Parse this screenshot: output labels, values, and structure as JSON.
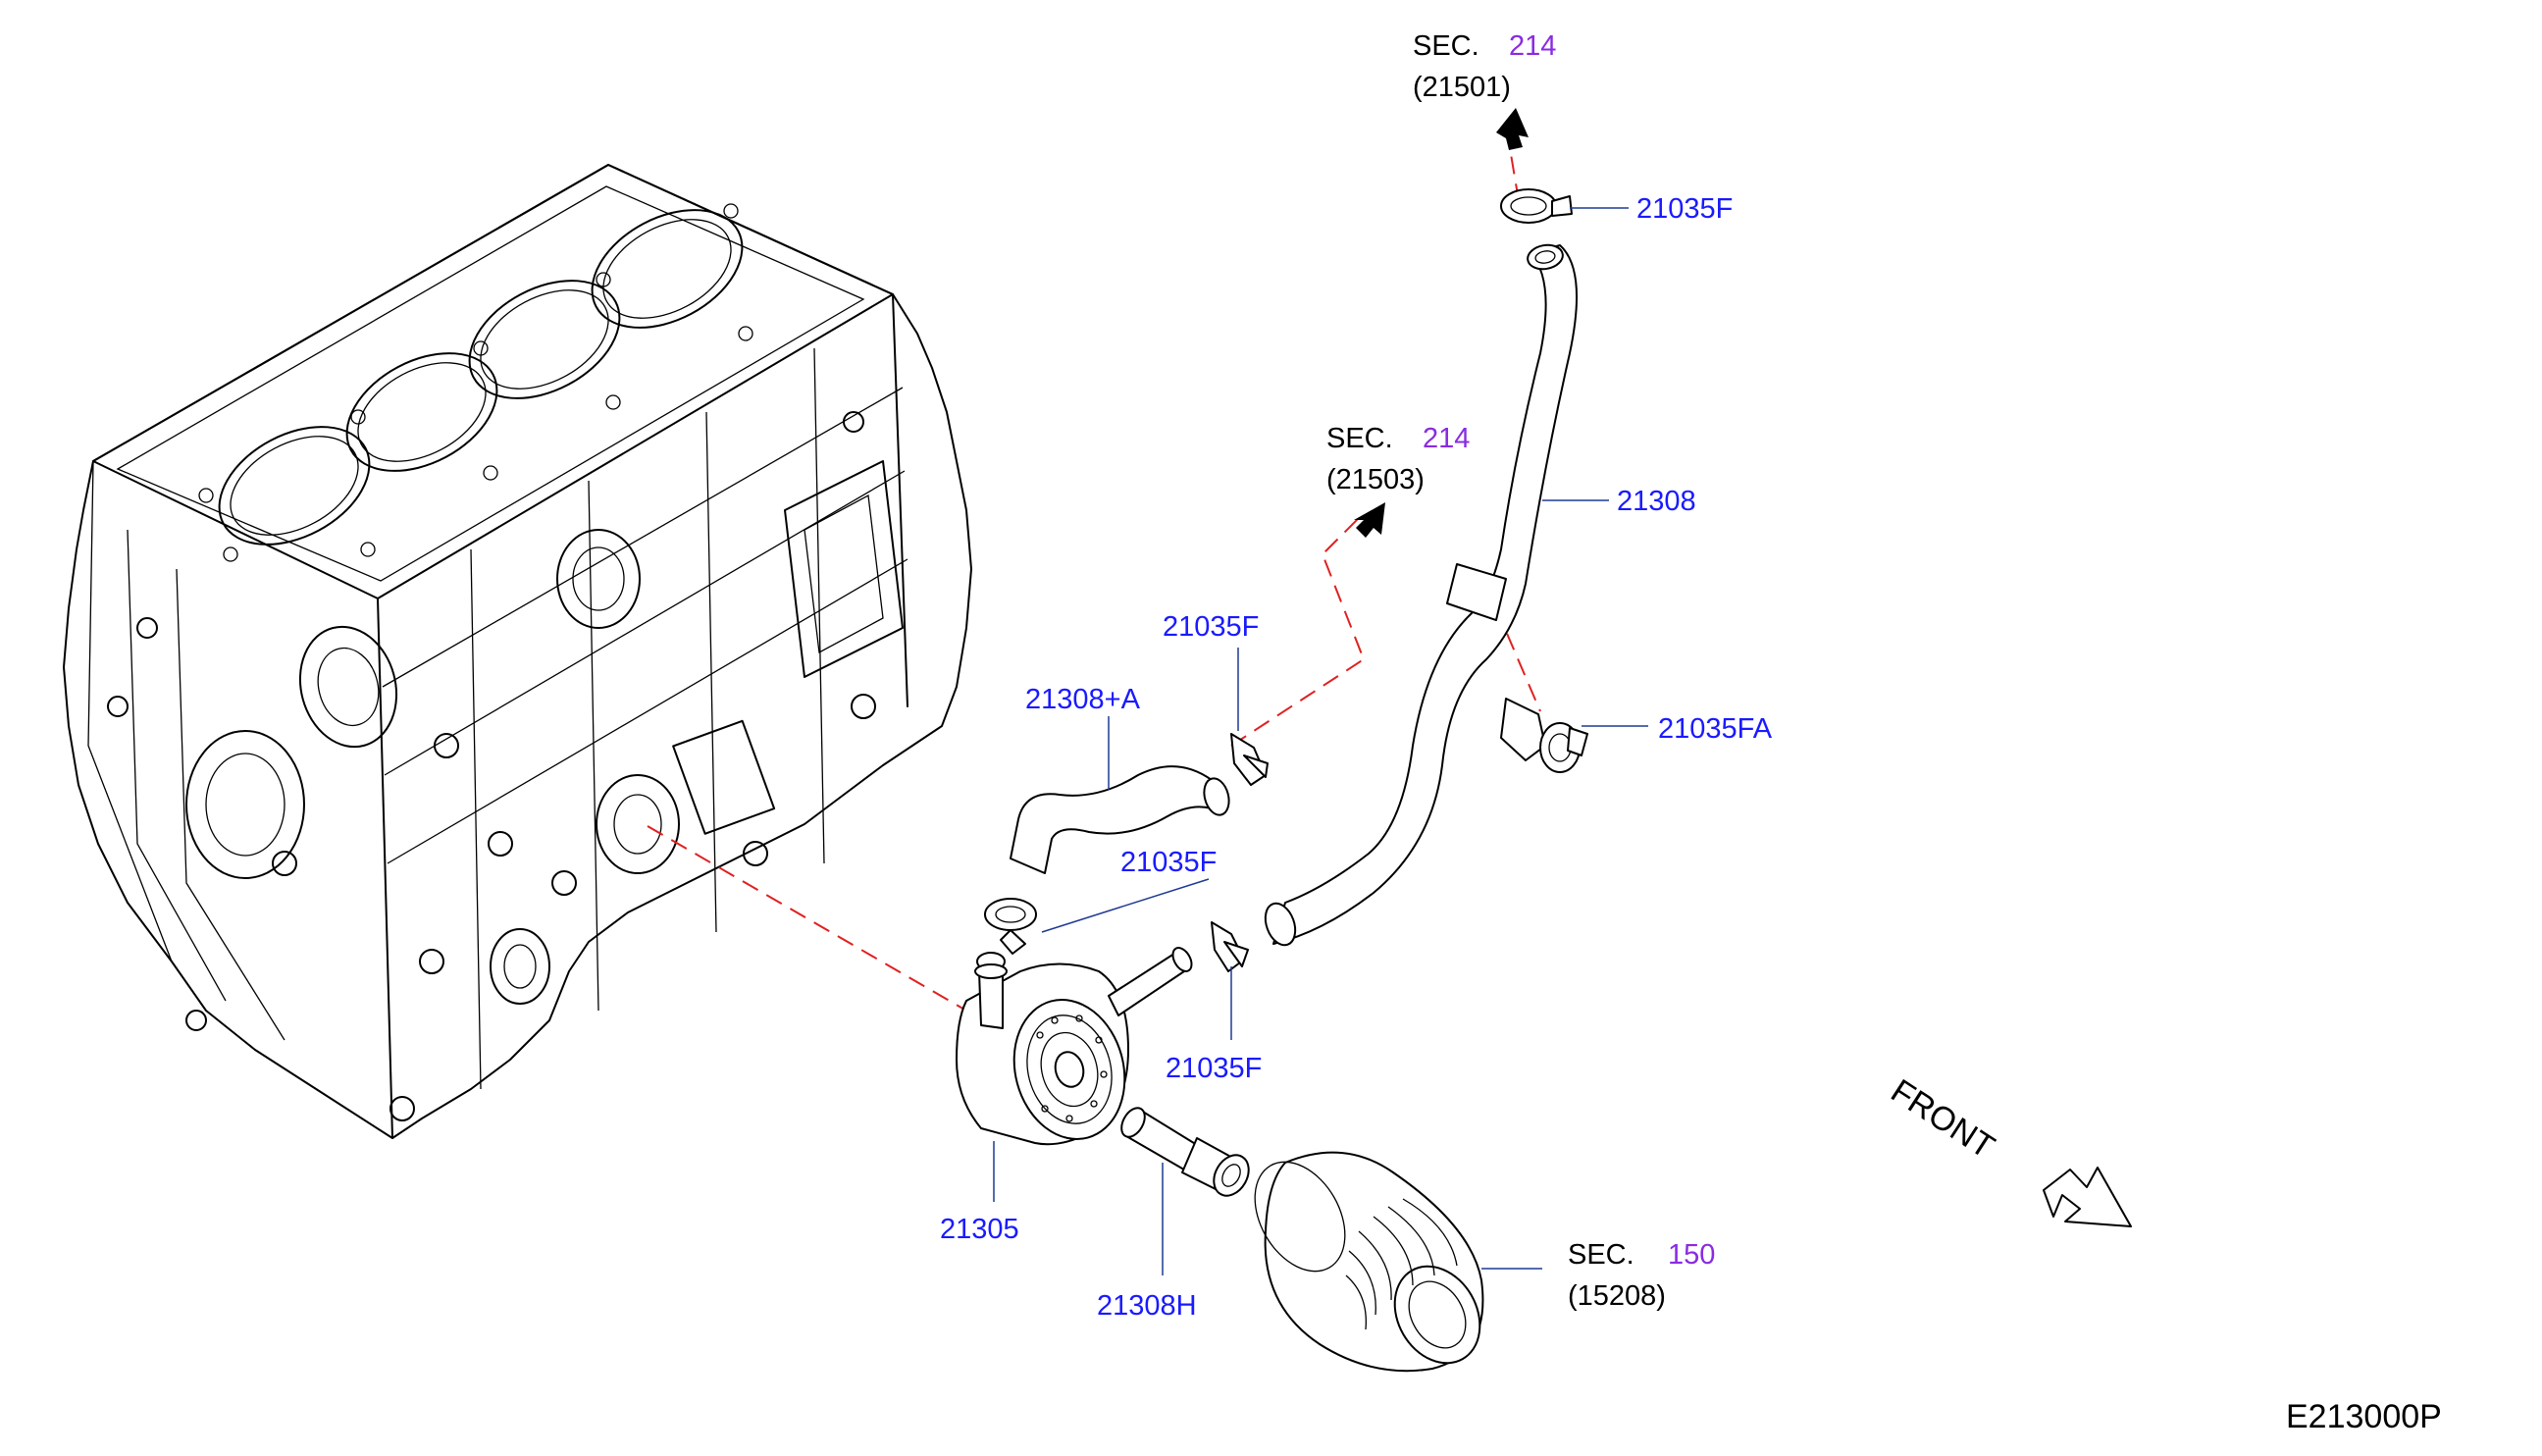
{
  "colors": {
    "part_label": "#1a1aff",
    "section_number": "#8a2be2",
    "leader": "#1f3a93",
    "dashed_connector": "#e02020",
    "line": "#000000"
  },
  "sections": [
    {
      "prefix": "SEC.",
      "number": "214",
      "ref": "(21501)"
    },
    {
      "prefix": "SEC.",
      "number": "214",
      "ref": "(21503)"
    },
    {
      "prefix": "SEC.",
      "number": "150",
      "ref": "(15208)"
    }
  ],
  "labels": {
    "clamp_top": "21035F",
    "hose_main": "21308",
    "clamp_fa": "21035FA",
    "clamp_upper_left": "21035F",
    "hose_a": "21308+A",
    "clamp_mid": "21035F",
    "clamp_lower": "21035F",
    "oil_cooler": "21305",
    "connector": "21308H"
  },
  "front_label": "FRONT",
  "diagram_code": "E213000P"
}
